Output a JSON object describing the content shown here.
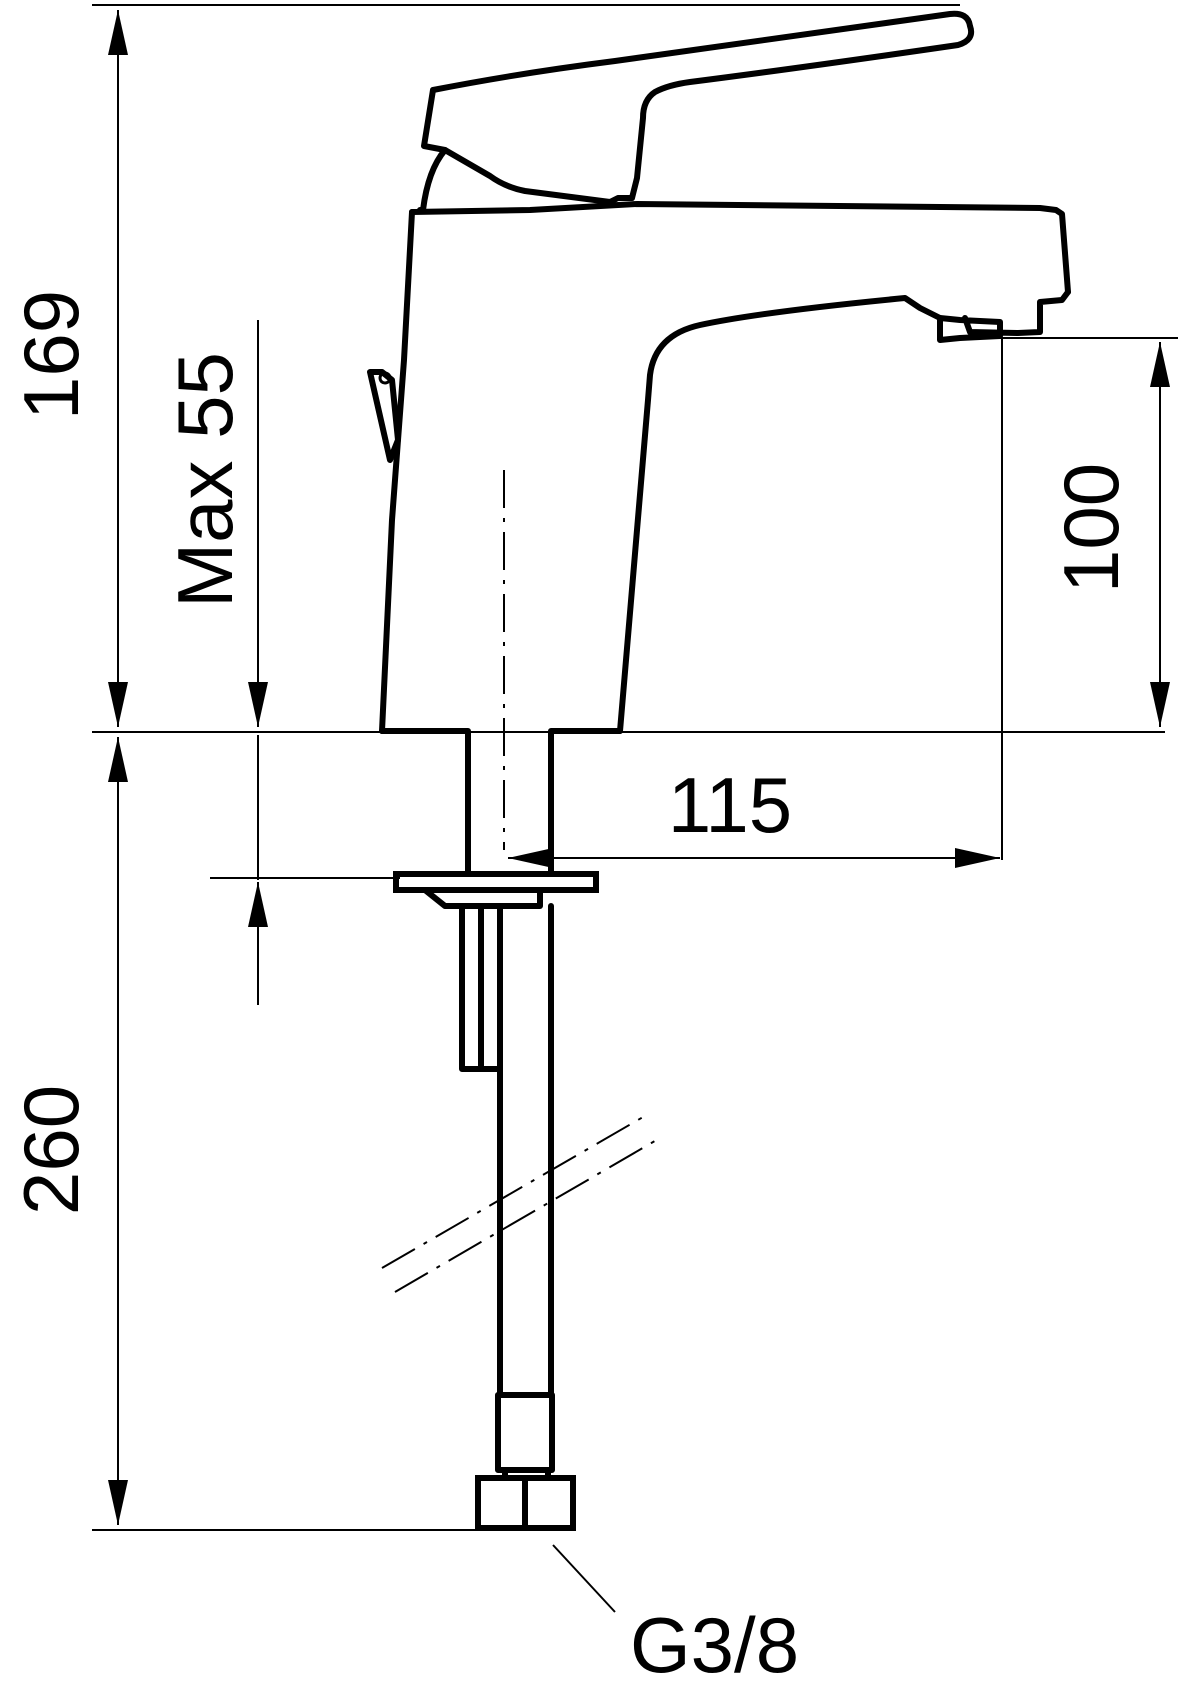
{
  "drawing": {
    "dimensions": {
      "total_height": "169",
      "max_deck_thickness": "Max 55",
      "spout_height": "100",
      "spout_reach": "115",
      "hose_length": "260",
      "connection_thread": "G3/8"
    }
  }
}
